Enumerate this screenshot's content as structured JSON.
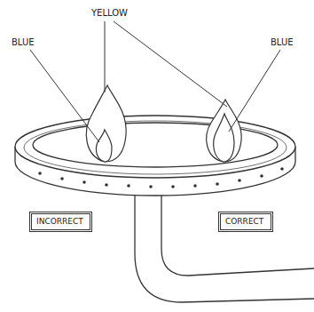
{
  "diagram": {
    "nodes": [
      {
        "text": [
          "INCORRECT"
        ]
      },
      {
        "text": [
          "CORRECT"
        ]
      }
    ],
    "labels": [
      "YELLOW",
      "BLUE",
      "BLUE"
    ]
  }
}
